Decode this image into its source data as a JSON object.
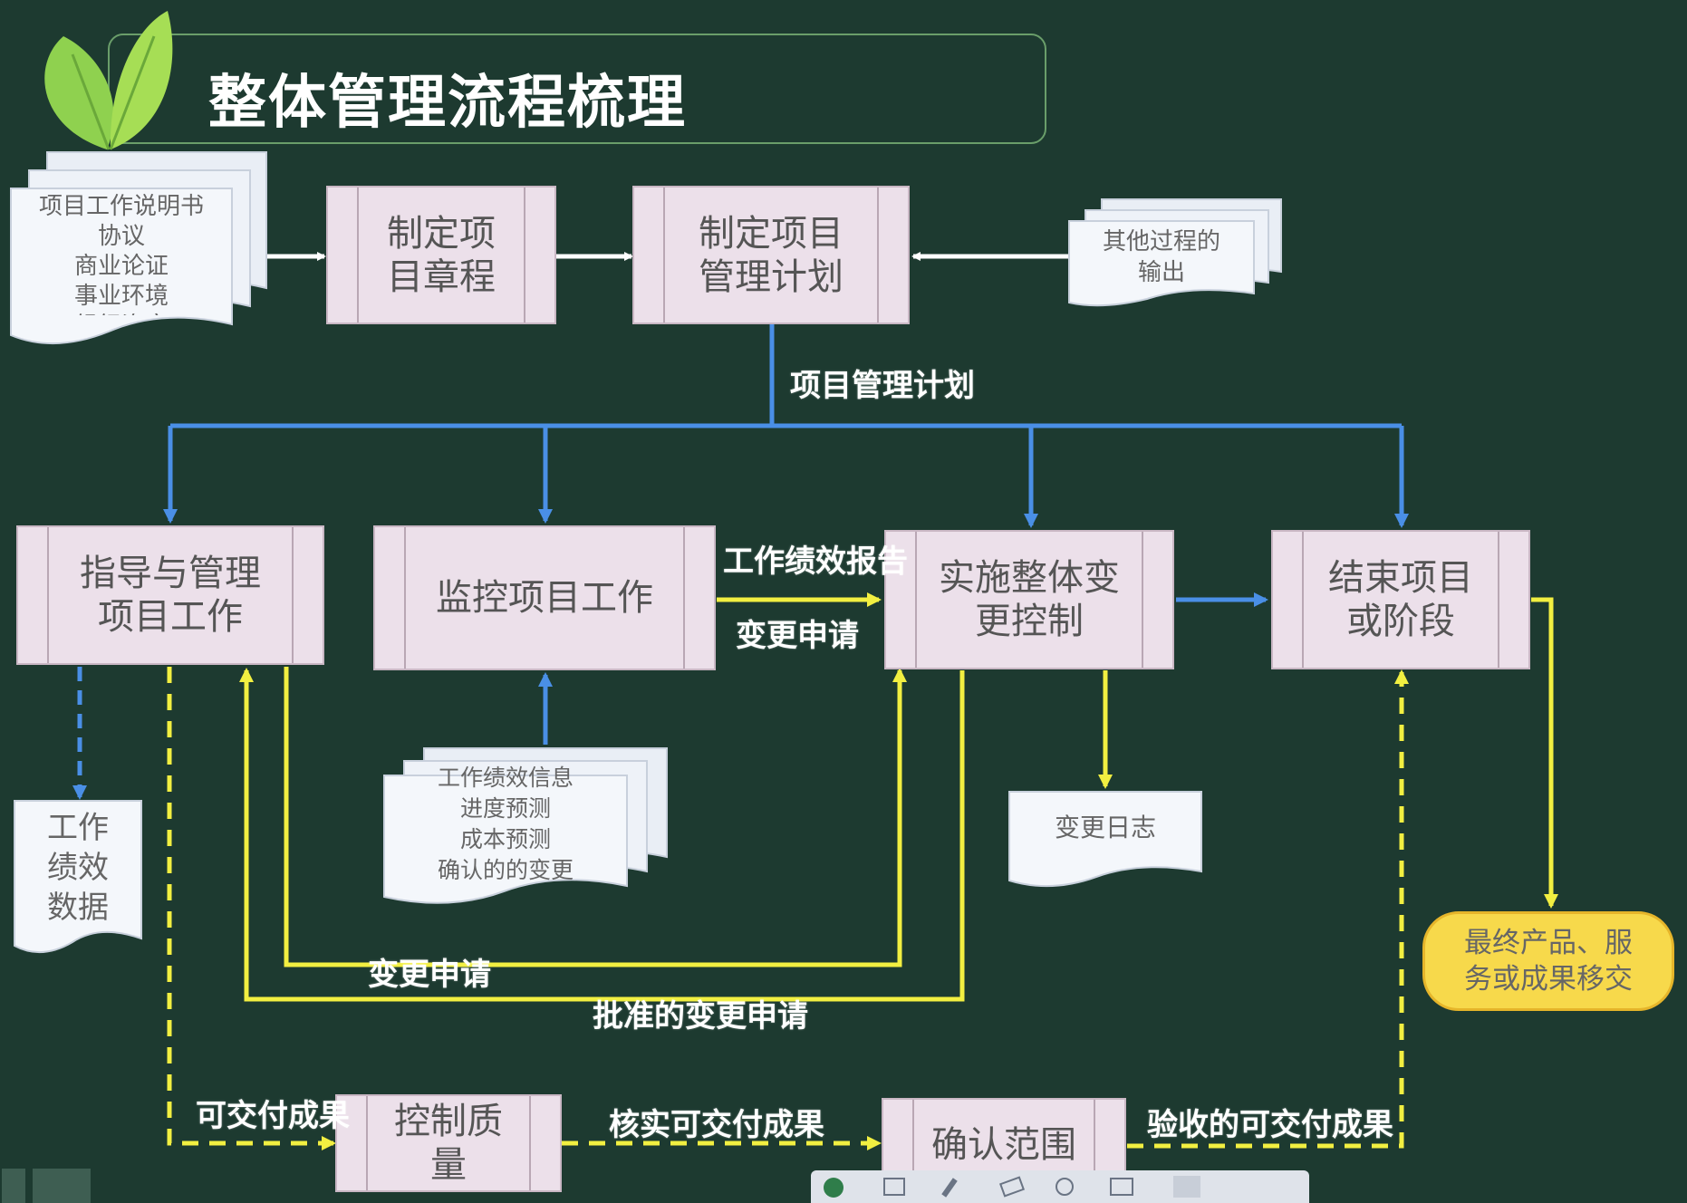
{
  "title": "整体管理流程梳理",
  "colors": {
    "background": "#1d3a30",
    "blue_arrow": "#4a8fe6",
    "yellow_arrow": "#f2ef41",
    "dashed_arrow": "#f2ef41",
    "process_box": "#ece0ea",
    "final_output": "#f7d94b",
    "leaf": "#8fd14f"
  },
  "inputs_doc": {
    "lines": "项目工作说明书\n协议\n商业论证\n事业环境\n组织资产"
  },
  "other_outputs_doc": {
    "lines": "其他过程的\n输出"
  },
  "processes": {
    "charter": "制定项\n目章程",
    "pm_plan": "制定项目\n管理计划",
    "direct": "指导与管理\n项目工作",
    "monitor": "监控项目工作",
    "change_ctrl": "实施整体变\n更控制",
    "close": "结束项目\n或阶段",
    "quality": "控制质\n量",
    "scope": "确认范围"
  },
  "docs": {
    "work_perf_data": "工作\n绩效\n数据",
    "monitor_inputs": "工作绩效信息\n进度预测\n成本预测\n确认的的变更",
    "change_log": "变更日志"
  },
  "final_output": "最终产品、服\n务或成果移交",
  "labels": {
    "pm_plan": "项目管理计划",
    "work_perf_report": "工作绩效报告",
    "change_request_right": "变更申请",
    "change_request_bottom": "变更申请",
    "approved_change": "批准的变更申请",
    "deliverables": "可交付成果",
    "verified_deliverables": "核实可交付成果",
    "accepted_deliverables": "验收的可交付成果"
  }
}
